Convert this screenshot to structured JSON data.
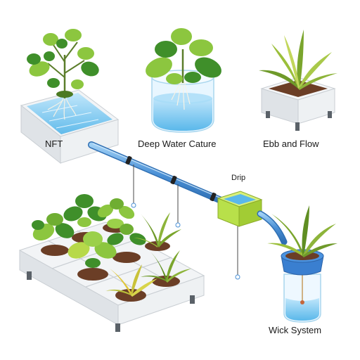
{
  "labels": {
    "nft": "NFT",
    "deep_water_culture": "Deep Water Cature",
    "ebb_and_flow": "Ebb and Flow",
    "drip": "Drip",
    "wick_system": "Wick System"
  },
  "colors": {
    "pipe": "#4a90d6",
    "water": "#7ec8f0",
    "drip_box": "#b8e04a",
    "leaf_dark": "#3f8f2a",
    "leaf_light": "#8cc63f",
    "soil": "#6b3e26",
    "tray": "#e8ecef",
    "wick_pot": "#3a7fd0"
  }
}
